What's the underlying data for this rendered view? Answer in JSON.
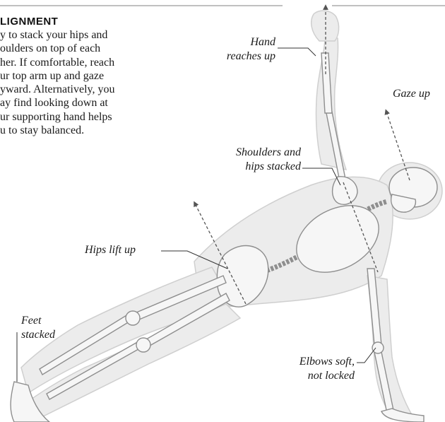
{
  "alignment": {
    "heading": "LIGNMENT",
    "lines": [
      "y to stack your hips and",
      "oulders on top of each",
      "her. If comfortable, reach",
      "ur top arm up and gaze",
      "yward. Alternatively, you",
      "ay find looking down at",
      "ur supporting hand helps",
      "u to stay balanced."
    ]
  },
  "labels": {
    "hand": [
      "Hand",
      "reaches up"
    ],
    "gaze": [
      "Gaze up"
    ],
    "shoulders": [
      "Shoulders and",
      "hips stacked"
    ],
    "hips": [
      "Hips lift up"
    ],
    "feet": [
      "Feet",
      "stacked"
    ],
    "elbows": [
      "Elbows soft,",
      "not locked"
    ]
  },
  "colors": {
    "border": "#9a9a9a",
    "body_fill": "#e9e9e9",
    "bone_fill": "#f4f4f4",
    "bone_stroke": "#8e8e8e",
    "guide": "#555555",
    "leader": "#333333"
  }
}
